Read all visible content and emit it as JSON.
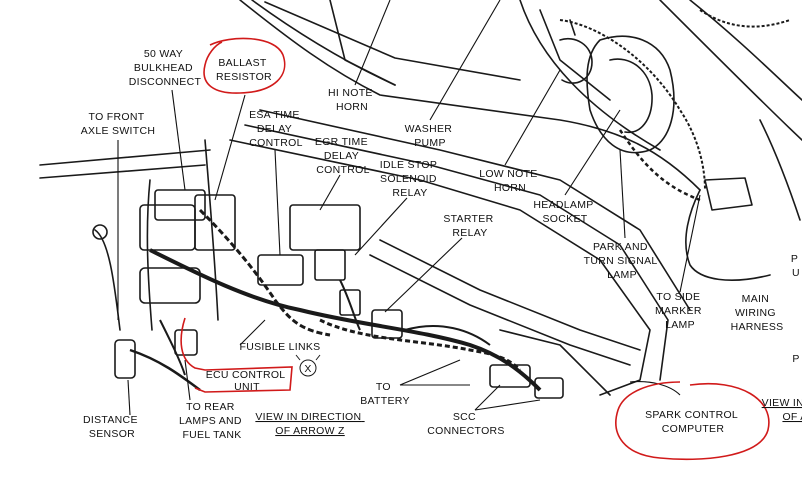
{
  "diagram": {
    "labels": {
      "bulkhead": [
        "50 WAY",
        "BULKHEAD",
        "DISCONNECT"
      ],
      "ballast": [
        "BALLAST",
        "RESISTOR"
      ],
      "front_axle": [
        "TO FRONT",
        "AXLE SWITCH"
      ],
      "esa_time": [
        "ESA TIME",
        "DELAY",
        "CONTROL"
      ],
      "egr_time": [
        "EGR TIME",
        "DELAY",
        "CONTROL"
      ],
      "idle_stop": [
        "IDLE STOP",
        "SOLENOID",
        "RELAY"
      ],
      "hi_note": [
        "HI NOTE",
        "HORN"
      ],
      "washer": [
        "WASHER",
        "PUMP"
      ],
      "low_note": [
        "LOW NOTE",
        "HORN"
      ],
      "headlamp": [
        "HEADLAMP",
        "SOCKET"
      ],
      "starter": [
        "STARTER",
        "RELAY"
      ],
      "park_turn": [
        "PARK AND",
        "TURN SIGNAL",
        "LAMP"
      ],
      "side_marker": [
        "TO SIDE",
        "MARKER",
        "LAMP"
      ],
      "main_wiring": [
        "MAIN",
        "WIRING",
        "HARNESS"
      ],
      "fusible": "FUSIBLE LINKS",
      "ecu": [
        "ECU CONTROL",
        "UNIT"
      ],
      "distance": [
        "DISTANCE",
        "SENSOR"
      ],
      "rear_lamps": [
        "TO REAR",
        "LAMPS AND",
        "FUEL TANK"
      ],
      "view_z": [
        "VIEW IN DIRECTION",
        "OF ARROW Z"
      ],
      "battery": [
        "TO",
        "BATTERY"
      ],
      "scc": [
        "SCC",
        "CONNECTORS"
      ],
      "spark": [
        "SPARK CONTROL",
        "COMPUTER"
      ],
      "right_cut_1": [
        "P",
        "U"
      ],
      "right_cut_2": [
        "P"
      ],
      "right_view": [
        "VIEW IN D",
        "OF A"
      ],
      "arrow_marker": "X"
    },
    "highlight_color": "#d11a1a"
  }
}
